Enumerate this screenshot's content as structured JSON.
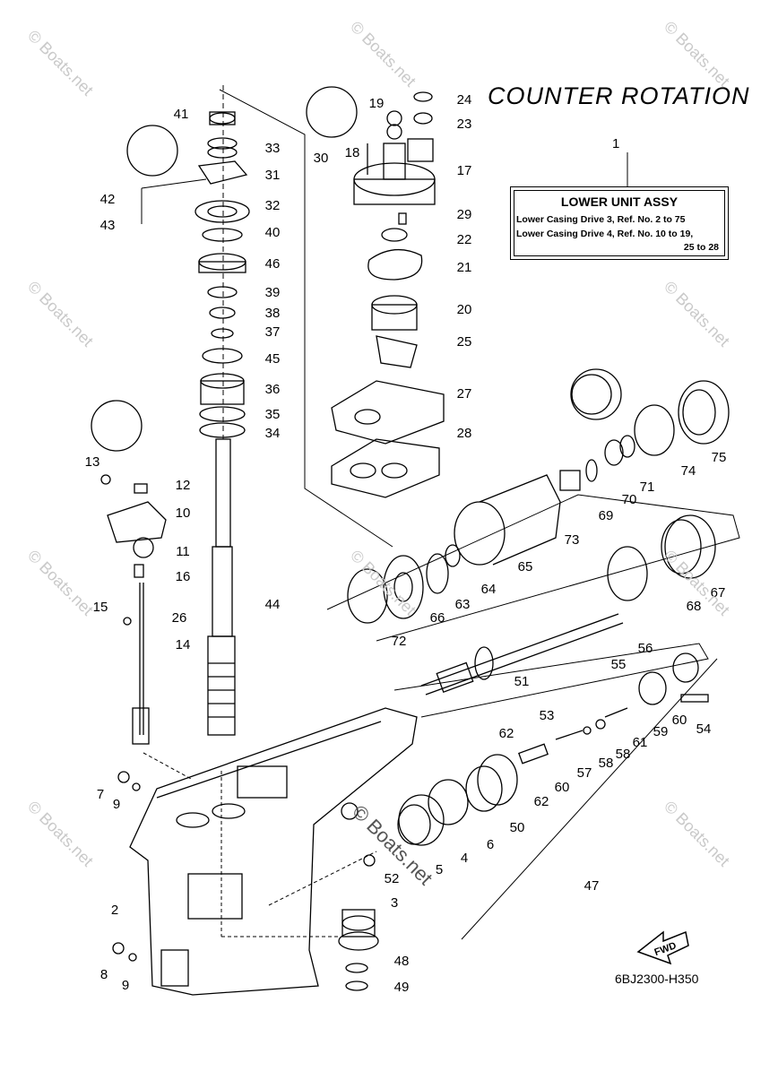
{
  "title": "COUNTER ROTATION",
  "legend": {
    "ref_number": "1",
    "title": "LOWER UNIT ASSY",
    "line1": "Lower Casing Drive 3,  Ref. No. 2 to 75",
    "line2": "Lower Casing Drive 4,  Ref. No. 10 to 19,",
    "line3": "25 to 28"
  },
  "drawing_code": "6BJ2300-H350",
  "watermark": "© Boats.net",
  "fwd_label": "FWD",
  "callouts": [
    "2",
    "3",
    "4",
    "5",
    "6",
    "7",
    "8",
    "9",
    "9",
    "10",
    "11",
    "12",
    "13",
    "14",
    "15",
    "16",
    "17",
    "18",
    "19",
    "20",
    "21",
    "22",
    "23",
    "24",
    "25",
    "26",
    "27",
    "28",
    "29",
    "30",
    "31",
    "32",
    "33",
    "34",
    "35",
    "36",
    "37",
    "38",
    "39",
    "40",
    "41",
    "42",
    "43",
    "44",
    "45",
    "46",
    "47",
    "48",
    "49",
    "50",
    "51",
    "52",
    "53",
    "54",
    "55",
    "56",
    "57",
    "58",
    "58",
    "59",
    "60",
    "60",
    "61",
    "62",
    "62",
    "63",
    "64",
    "65",
    "66",
    "67",
    "68",
    "69",
    "70",
    "71",
    "72",
    "73",
    "74",
    "75"
  ]
}
